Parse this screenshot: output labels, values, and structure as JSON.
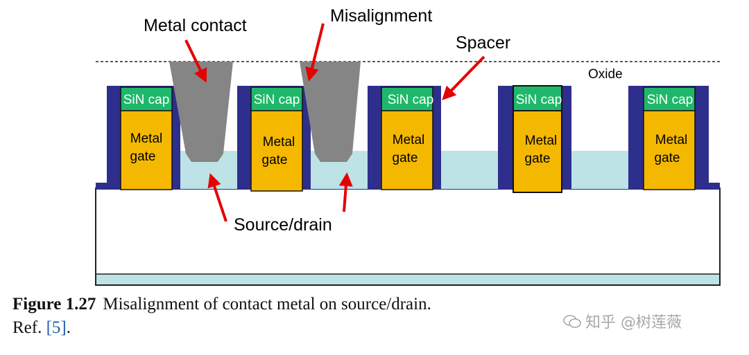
{
  "labels": {
    "metal_contact": "Metal contact",
    "misalignment": "Misalignment",
    "spacer": "Spacer",
    "oxide": "Oxide",
    "source_drain": "Source/drain",
    "sin_cap": "SiN cap",
    "metal": "Metal",
    "gate": "gate"
  },
  "caption": {
    "figure_number": "Figure 1.27",
    "text": "Misalignment of contact metal on source/drain.",
    "ref_prefix": "Ref. ",
    "ref_link": "[5]",
    "ref_suffix": "."
  },
  "watermark": {
    "text": "知乎 @树莲薇"
  },
  "colors": {
    "spacer": "#2e2e8c",
    "sin_cap": "#1fb86a",
    "metal_gate": "#f5b800",
    "source_drain": "#bde3e6",
    "contact": "#858585",
    "arrow": "#e60000",
    "substrate": "#ffffff",
    "bottom_layer": "#bde3e6"
  }
}
